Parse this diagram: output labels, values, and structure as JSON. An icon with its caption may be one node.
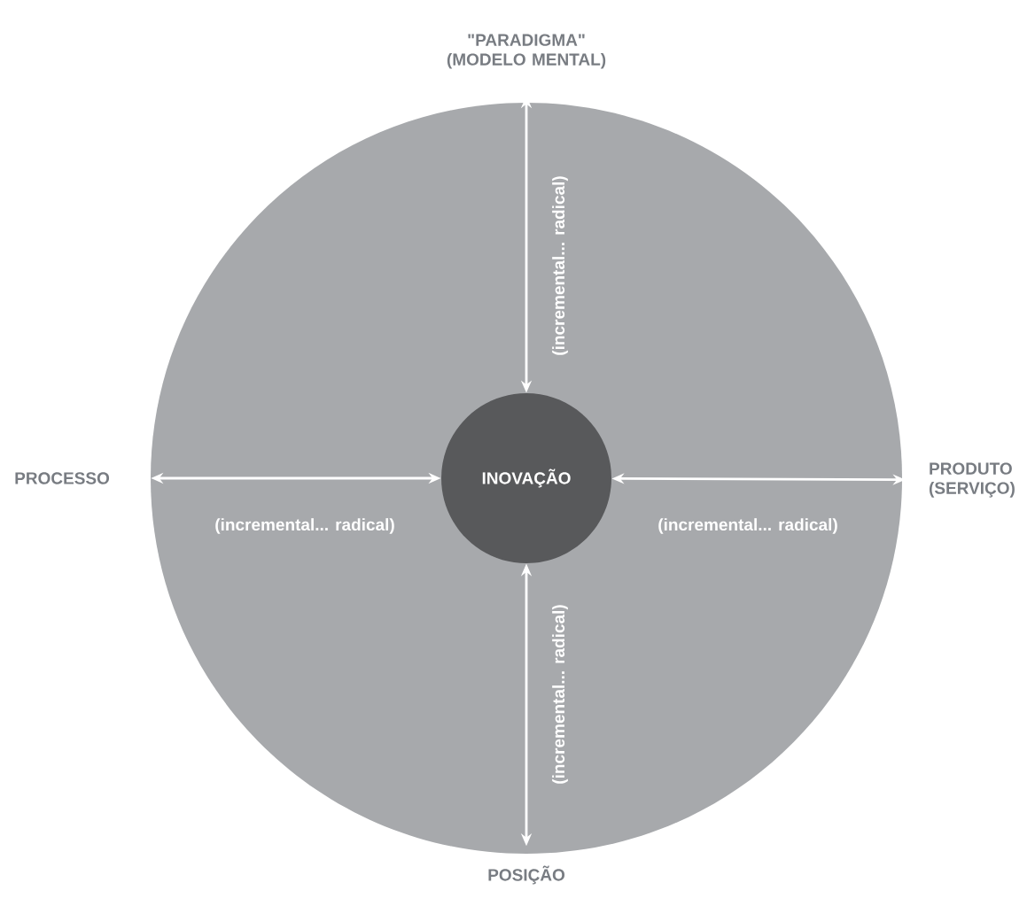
{
  "diagram": {
    "nodes": [
      {
        "text": [],
        "shape": "circle"
      },
      {
        "text": [
          "\"PARADIGMA\" (MODELO MENTAL)"
        ]
      },
      {
        "text": [
          "PROCESSO"
        ]
      },
      {
        "text": [
          "INOVAÇÃO"
        ],
        "in": 0
      },
      {
        "text": [
          "PRODUTO (SERVIÇO)"
        ]
      },
      {
        "text": [
          "POSIÇÃO"
        ]
      }
    ],
    "edges": [
      {
        "from": 3,
        "to": 1,
        "arrow": "both",
        "label": "(incremental... radical)"
      },
      {
        "from": 3,
        "to": 2,
        "arrow": "both",
        "label": "(incremental... radical)"
      },
      {
        "from": 3,
        "to": 4,
        "arrow": "both",
        "label": "(incremental... radical)"
      },
      {
        "from": 3,
        "to": 5,
        "arrow": "both",
        "label": "(incremental... radical)"
      }
    ]
  }
}
